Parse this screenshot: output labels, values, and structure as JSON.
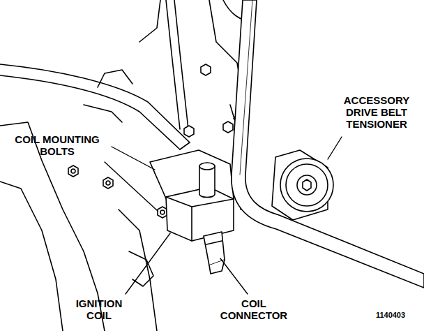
{
  "diagram": {
    "labels": [
      "COIL MOUNTING BOLTS",
      "ACCESSORY DRIVE BELT TENSIONER",
      "IGNITION COIL",
      "COIL CONNECTOR",
      "1140403"
    ]
  }
}
